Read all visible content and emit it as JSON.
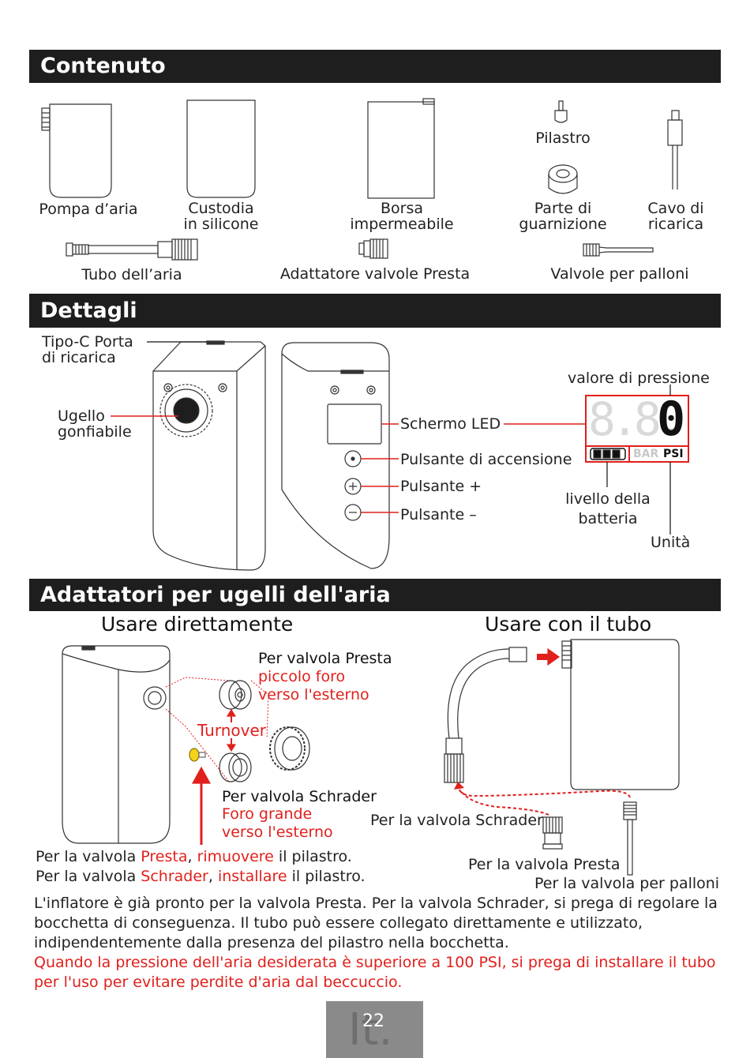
{
  "sections": {
    "contents_title": "Contenuto",
    "details_title": "Dettagli",
    "adapters_title": "Adattatori per ugelli dell'aria"
  },
  "contents": {
    "pump": "Pompa d’aria",
    "case_l1": "Custodia",
    "case_l2": "in silicone",
    "bag_l1": "Borsa",
    "bag_l2": "impermeabile",
    "pillar": "Pilastro",
    "gasket_l1": "Parte di",
    "gasket_l2": "guarnizione",
    "cable_l1": "Cavo di",
    "cable_l2": "ricarica",
    "hose": "Tubo dell’aria",
    "presta_adapter": "Adattatore valvole Presta",
    "ball_valve": "Valvole per palloni"
  },
  "details": {
    "typec_l1": "Tipo-C Porta",
    "typec_l2": "di ricarica",
    "nozzle_l1": "Ugello",
    "nozzle_l2": "gonfiabile",
    "led_screen": "Schermo LED",
    "power_button": "Pulsante di accensione",
    "plus_button": "Pulsante +",
    "minus_button": "Pulsante –",
    "pressure_value": "valore di pressione",
    "battery_l1": "livello della",
    "battery_l2": "batteria",
    "unit": "Unità",
    "display_digits": "8.8.",
    "display_last": "0",
    "display_bar": "BAR",
    "display_psi": "PSI"
  },
  "adapters": {
    "direct_title": "Usare direttamente",
    "hose_title": "Usare con il tubo",
    "presta_valve": "Per valvola Presta",
    "presta_hole_l1": "piccolo foro",
    "presta_hole_l2": "verso l'esterno",
    "turnover": "Turnover",
    "schrader_valve": "Per valvola Schrader",
    "schrader_hole_l1": "Foro grande",
    "schrader_hole_l2": "verso l'esterno",
    "note1_a": "Per la valvola ",
    "note1_b": "Presta",
    "note1_c": ", ",
    "note1_d": "rimuovere",
    "note1_e": " il pilastro.",
    "note2_a": "Per la valvola ",
    "note2_b": "Schrader",
    "note2_c": ", ",
    "note2_d": "installare",
    "note2_e": " il pilastro.",
    "hose_schrader": "Per la valvola Schrader",
    "hose_presta": "Per la valvola Presta",
    "hose_ball": "Per la valvola per palloni"
  },
  "paragraph": {
    "line1": "L'inflatore è già pronto per la valvola Presta. Per la valvola Schrader, si prega di regolare la",
    "line2": "bocchetta di conseguenza. Il tubo può essere collegato direttamente e utilizzato,",
    "line3": "indipendentemente dalla presenza del pilastro nella bocchetta.",
    "warn1": "Quando la pressione dell'aria desiderata è superiore a 100 PSI, si prega di installare il tubo",
    "warn2": "per l'uso per evitare perdite d'aria dal beccuccio."
  },
  "footer": {
    "lang": "It.",
    "page": "22"
  },
  "colors": {
    "accent_red": "#e0201c",
    "bar_dark": "#1e1e1e",
    "footer_grey": "#8a8a8a"
  }
}
